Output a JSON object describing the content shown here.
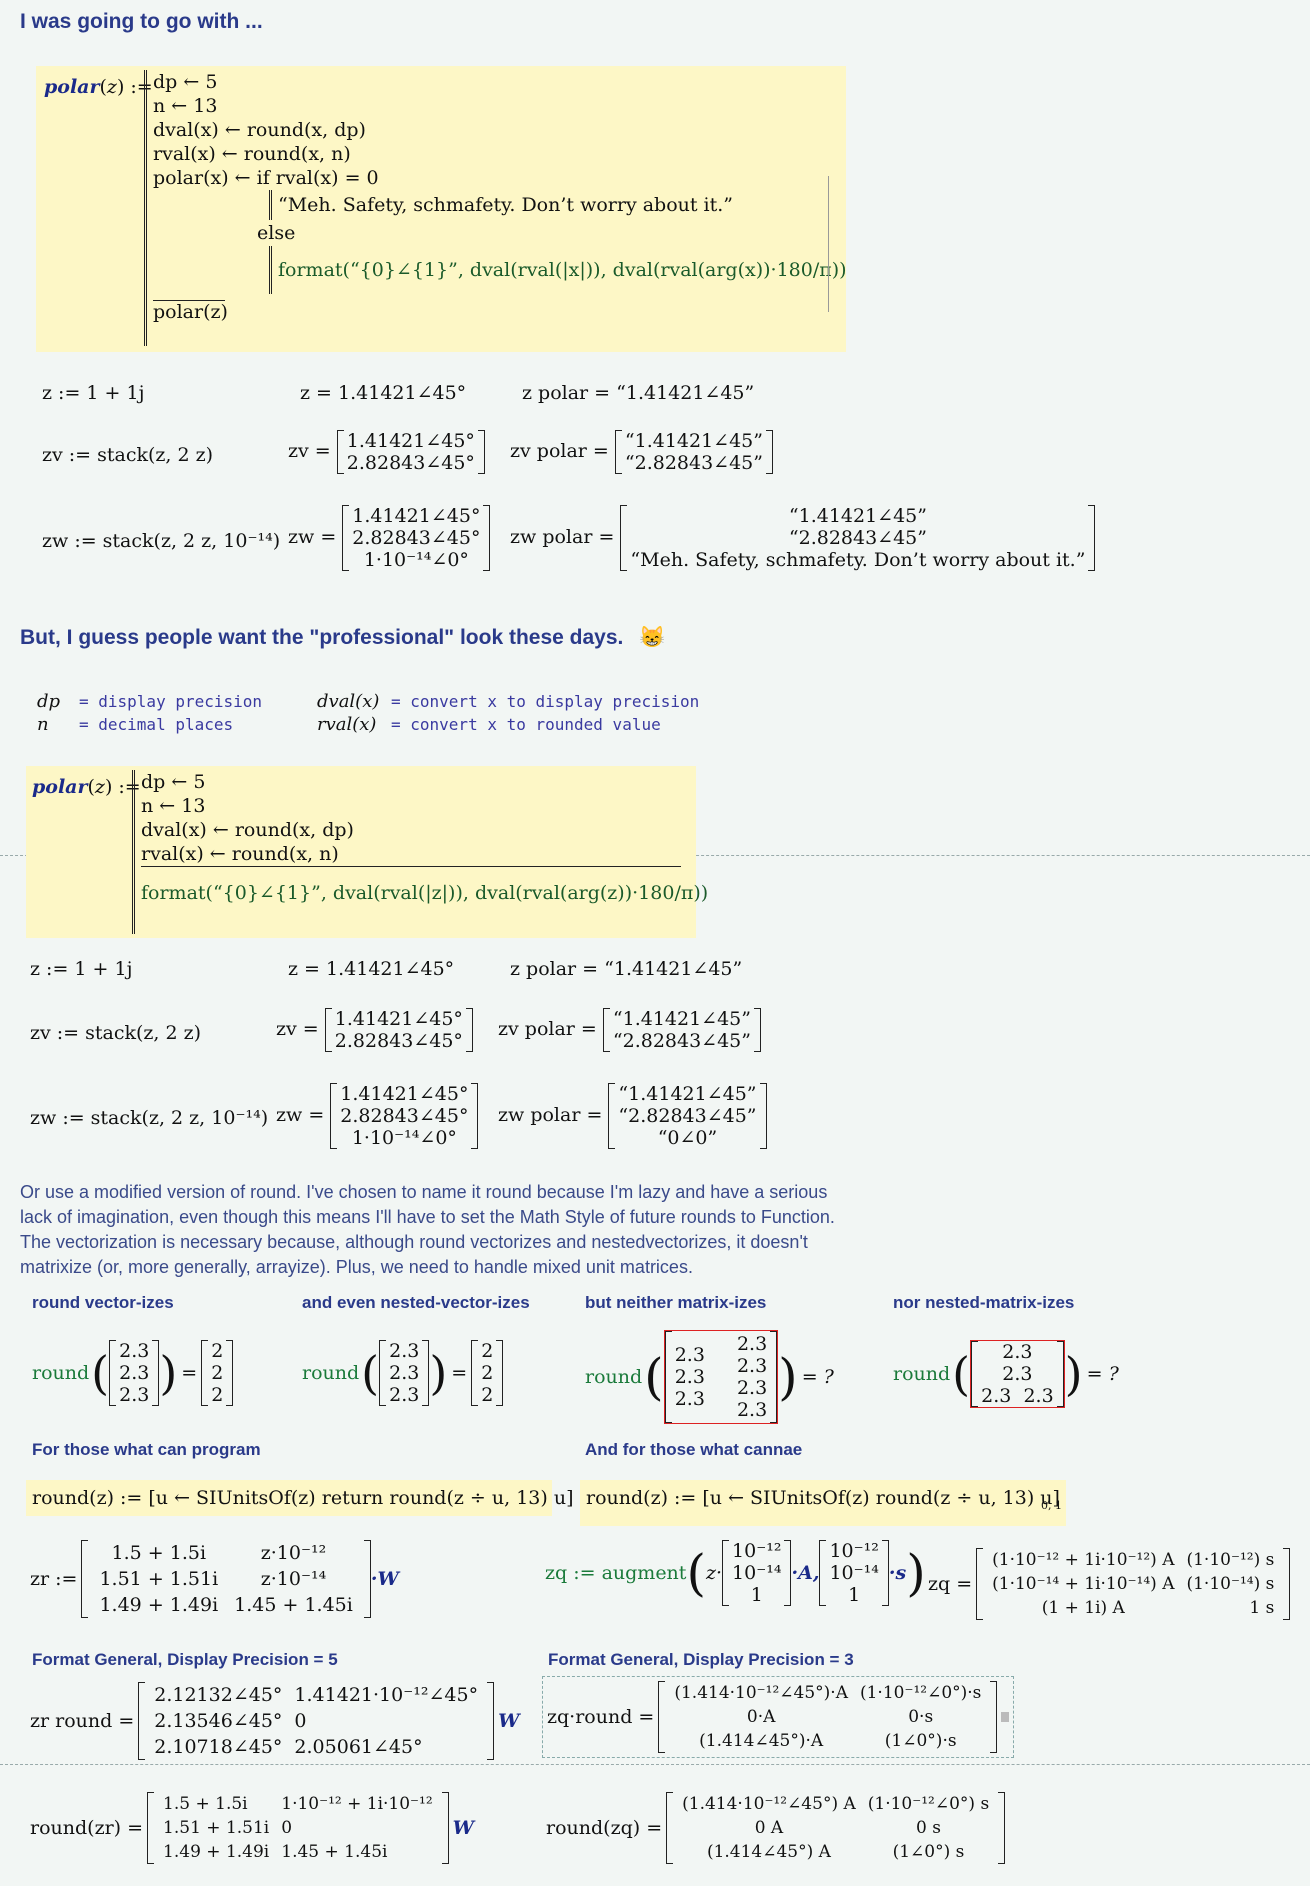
{
  "section1": {
    "heading": "I was going to go with ...",
    "program": {
      "header": "polar(z) :=",
      "lines": [
        "dp ← 5",
        "n ← 13",
        "dval(x) ← round(x, dp)",
        "rval(x) ← round(x, n)",
        "polar(x) ← if rval(x) = 0"
      ],
      "if_body": "“Meh.  Safety, schmafety. Don’t worry about it.”",
      "else_label": "else",
      "else_body": "format(“{0}∠{1}”, dval(rval(|x|)), dval(rval(arg(x))·180/π))",
      "return": "polar(z)"
    },
    "row1": {
      "def": "z := 1 + 1j",
      "eval": "z = 1.41421∠45°",
      "polar": "z polar = “1.41421∠45”"
    },
    "row2": {
      "def": "zv := stack(z, 2 z)",
      "eval_label": "zv =",
      "eval": [
        "1.41421∠45°",
        "2.82843∠45°"
      ],
      "polar_label": "zv polar =",
      "polar": [
        "“1.41421∠45”",
        "“2.82843∠45”"
      ]
    },
    "row3": {
      "def": "zw := stack(z, 2 z, 10⁻¹⁴)",
      "eval_label": "zw =",
      "eval": [
        "1.41421∠45°",
        "2.82843∠45°",
        "1·10⁻¹⁴∠0°"
      ],
      "polar_label": "zw polar =",
      "polar": [
        "“1.41421∠45”",
        "“2.82843∠45”",
        "“Meh.  Safety, schmafety. Don’t worry about it.”"
      ]
    }
  },
  "section2": {
    "heading": "But, I guess people want the \"professional\" look these days.",
    "legend": [
      [
        "dp",
        "= display precision",
        "dval(x)",
        "= convert x to display precision"
      ],
      [
        "n",
        "= decimal places",
        "rval(x)",
        "= convert x to rounded value"
      ]
    ],
    "program": {
      "header": "polar(z) :=",
      "lines": [
        "dp ← 5",
        "n ← 13",
        "dval(x) ← round(x, dp)",
        "rval(x) ← round(x, n)"
      ],
      "return": "format(“{0}∠{1}”, dval(rval(|z|)), dval(rval(arg(z))·180/π))"
    },
    "row1": {
      "def": "z := 1 + 1j",
      "eval": "z = 1.41421∠45°",
      "polar": "z polar = “1.41421∠45”"
    },
    "row2": {
      "def": "zv := stack(z, 2 z)",
      "eval_label": "zv =",
      "eval": [
        "1.41421∠45°",
        "2.82843∠45°"
      ],
      "polar_label": "zv polar =",
      "polar": [
        "“1.41421∠45”",
        "“2.82843∠45”"
      ]
    },
    "row3": {
      "def": "zw := stack(z, 2 z, 10⁻¹⁴)",
      "eval_label": "zw =",
      "eval": [
        "1.41421∠45°",
        "2.82843∠45°",
        "1·10⁻¹⁴∠0°"
      ],
      "polar_label": "zw polar =",
      "polar": [
        "“1.41421∠45”",
        "“2.82843∠45”",
        "“0∠0”"
      ]
    }
  },
  "section3": {
    "prose": [
      "Or use a modified version of round.  I've chosen to name it round because I'm lazy and have a serious",
      "lack of imagination, even though this means I'll have to set the Math Style of future rounds to Function.",
      "The vectorization is necessary because, although round vectorizes and nestedvectorizes, it doesn't",
      "matrixize (or, more generally, arrayize).  Plus, we need to handle mixed unit matrices."
    ],
    "demos": [
      {
        "title": "round vector-izes",
        "fn": "round",
        "result": "="
      },
      {
        "title": "and even nested-vector-izes",
        "fn": "round",
        "result": "="
      },
      {
        "title": "but neither matrix-izes",
        "fn": "round",
        "result": "= ?"
      },
      {
        "title": "nor nested-matrix-izes",
        "fn": "round",
        "result": "= ?"
      }
    ],
    "values": {
      "v": "2.3",
      "r": "2"
    },
    "prog_title": "For those what can program",
    "noprog_title": "And for those what cannae",
    "def1": "round(z) := [u ← SIUnitsOf(z)  return round(z ÷ u, 13) u]",
    "def2": "round(z) := [u ← SIUnitsOf(z)  round(z ÷ u, 13) u]",
    "def2_sub": "0, 1",
    "zr": {
      "label": "zr :=",
      "rows": [
        [
          "1.5 + 1.5i",
          "z·10⁻¹²"
        ],
        [
          "1.51 + 1.51i",
          "z·10⁻¹⁴"
        ],
        [
          "1.49 + 1.49i",
          "1.45 + 1.45i"
        ]
      ],
      "unit": "·W"
    },
    "zq_def": {
      "label": "zq := augment",
      "m1": [
        "10⁻¹²",
        "10⁻¹⁴",
        "1"
      ],
      "m2": [
        "10⁻¹²",
        "10⁻¹⁴",
        "1"
      ],
      "u1": "·A,",
      "u2": "·s"
    },
    "zq_eval": {
      "label": "zq =",
      "rows": [
        [
          "(1·10⁻¹² + 1i·10⁻¹²) A",
          "(1·10⁻¹²) s"
        ],
        [
          "(1·10⁻¹⁴ + 1i·10⁻¹⁴) A",
          "(1·10⁻¹⁴) s"
        ],
        [
          "(1 + 1i) A",
          "1 s"
        ]
      ]
    },
    "fmt1": "Format General, Display Precision = 5",
    "fmt2": "Format General, Display Precision = 3",
    "zr_round": {
      "label": "zr round =",
      "rows": [
        [
          "2.12132∠45°",
          "1.41421·10⁻¹²∠45°"
        ],
        [
          "2.13546∠45°",
          "0"
        ],
        [
          "2.10718∠45°",
          "2.05061∠45°"
        ]
      ],
      "unit": "W"
    },
    "zq_round": {
      "label": "zq·round =",
      "rows": [
        [
          "(1.414·10⁻¹²∠45°)·A",
          "(1·10⁻¹²∠0°)·s"
        ],
        [
          "0·A",
          "0·s"
        ],
        [
          "(1.414∠45°)·A",
          "(1∠0°)·s"
        ]
      ]
    },
    "round_zr": {
      "label": "round(zr) =",
      "rows": [
        [
          "1.5 + 1.5i",
          "1·10⁻¹² + 1i·10⁻¹²"
        ],
        [
          "1.51 + 1.51i",
          "0"
        ],
        [
          "1.49 + 1.49i",
          "1.45 + 1.45i"
        ]
      ],
      "unit": "W"
    },
    "round_zq": {
      "label": "round(zq) =",
      "rows": [
        [
          "(1.414·10⁻¹²∠45°) A",
          "(1·10⁻¹²∠0°) s"
        ],
        [
          "0 A",
          "0 s"
        ],
        [
          "(1.414∠45°) A",
          "(1∠0°) s"
        ]
      ]
    }
  },
  "colors": {
    "accent": "#2a3a8a",
    "function": "#1a7a3a",
    "region": "#fdf7c6",
    "error": "#d22222"
  }
}
